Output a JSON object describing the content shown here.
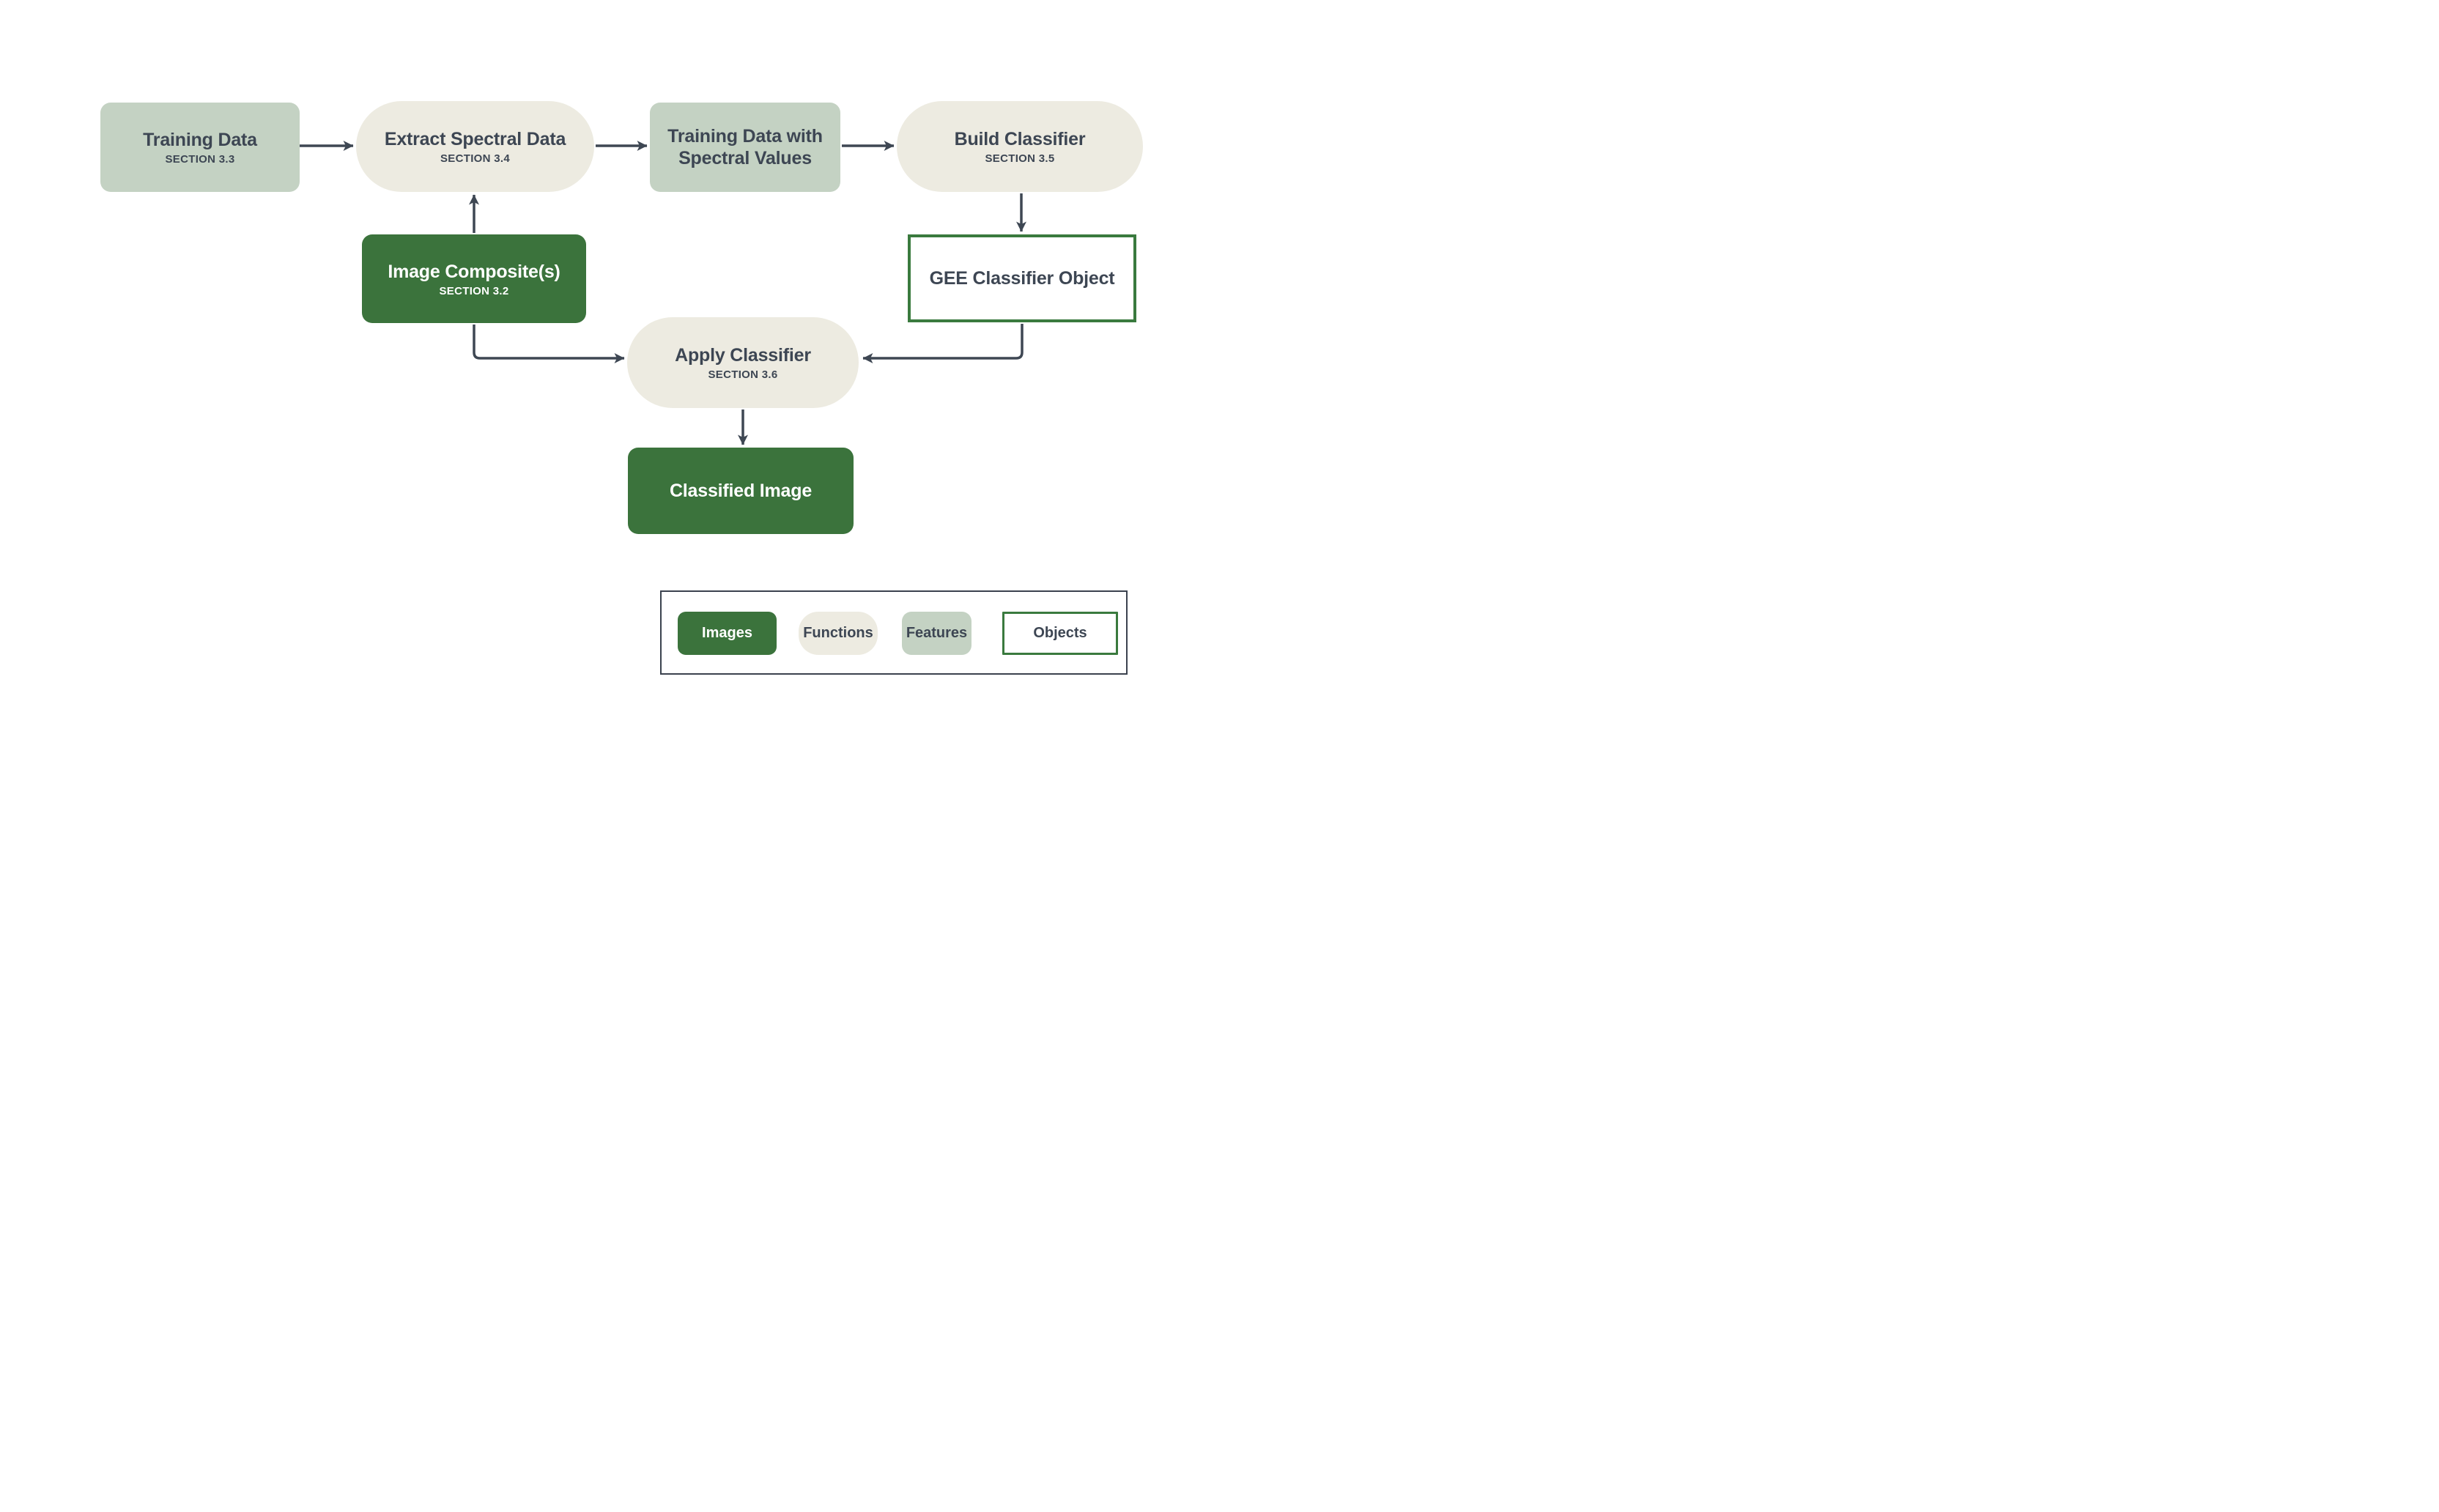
{
  "diagram": {
    "description": "GEE supervised classification workflow flowchart",
    "colors": {
      "image_fill": "#3b733c",
      "function_fill": "#edebe1",
      "feature_fill": "#c4d2c3",
      "object_border": "#3a7a3e",
      "text_ink": "#3d4653",
      "arrow": "#3e4753",
      "legend_border": "#3b424e",
      "background": "#ffffff"
    }
  },
  "nodes": {
    "training_data": {
      "title": "Training Data",
      "section": "SECTION 3.3"
    },
    "extract_spectral": {
      "title": "Extract Spectral Data",
      "section": "SECTION 3.4"
    },
    "training_spectral": {
      "title": "Training Data with Spectral Values",
      "section": ""
    },
    "build_classifier": {
      "title": "Build Classifier",
      "section": "SECTION 3.5"
    },
    "image_composites": {
      "title": "Image Composite(s)",
      "section": "SECTION 3.2"
    },
    "gee_object": {
      "title": "GEE Classifier Object",
      "section": ""
    },
    "apply_classifier": {
      "title": "Apply Classifier",
      "section": "SECTION 3.6"
    },
    "classified_image": {
      "title": "Classified Image",
      "section": ""
    }
  },
  "legend": {
    "items": [
      {
        "label": "Images",
        "style": "dark-green-filled"
      },
      {
        "label": "Functions",
        "style": "beige-pill"
      },
      {
        "label": "Features",
        "style": "sage-filled"
      },
      {
        "label": "Objects",
        "style": "green-outlined"
      }
    ]
  }
}
